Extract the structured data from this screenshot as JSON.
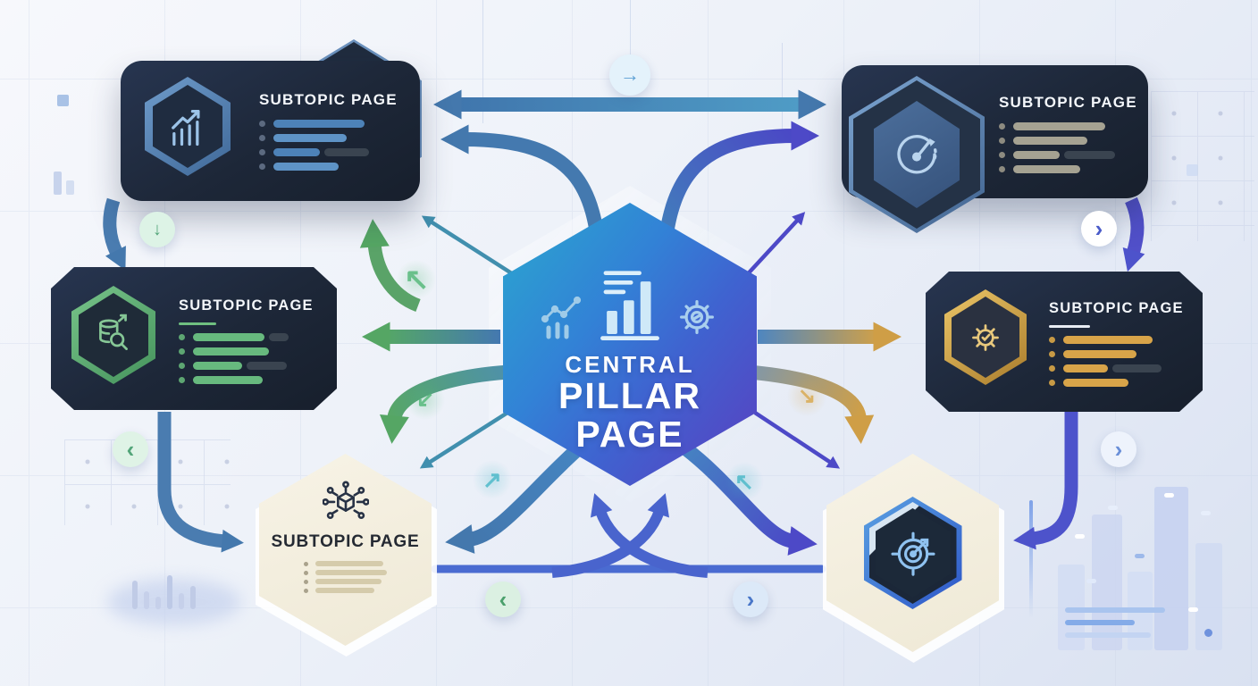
{
  "diagram": {
    "center": {
      "title_lines": [
        "CENTRAL",
        "PILLAR",
        "PAGE"
      ],
      "icons": [
        "line-chart",
        "bar-chart",
        "gear"
      ]
    },
    "cards": {
      "top_left": {
        "title": "SUBTOPIC PAGE",
        "icon": "bar-chart-growth"
      },
      "top_right": {
        "title": "SUBTOPIC PAGE",
        "icon": "gauge"
      },
      "mid_left": {
        "title": "SUBTOPIC PAGE",
        "icon": "database-search"
      },
      "mid_right": {
        "title": "SUBTOPIC PAGE",
        "icon": "gear"
      },
      "bottom_left": {
        "title": "SUBTOPIC PAGE",
        "icon": "network-cube"
      },
      "bottom_right": {
        "title": "",
        "icon": "target"
      }
    },
    "badges": [
      {
        "id": "top-center",
        "glyph": "→"
      },
      {
        "id": "left-upper",
        "glyph": "↓"
      },
      {
        "id": "right-upper",
        "glyph": "›"
      },
      {
        "id": "left-mid",
        "glyph": "‹"
      },
      {
        "id": "right-mid",
        "glyph": "›"
      },
      {
        "id": "bottom-left",
        "glyph": "‹"
      },
      {
        "id": "bottom-right",
        "glyph": "›"
      }
    ],
    "glow_arrows": [
      {
        "id": "upper-left-green",
        "glyph": "↖"
      },
      {
        "id": "lower-left-green",
        "glyph": "↙"
      },
      {
        "id": "lower-right-gold",
        "glyph": "↘"
      },
      {
        "id": "bottom-left-teal",
        "glyph": "↗"
      },
      {
        "id": "bottom-right-teal",
        "glyph": "↖"
      }
    ],
    "connections": [
      {
        "from": "top-left",
        "to": "top-right",
        "style": "thick-line",
        "color": "steel-blue",
        "bidirectional": true
      },
      {
        "from": "center",
        "to": "top-left",
        "style": "thick-curve",
        "color": "steel-blue"
      },
      {
        "from": "center",
        "to": "top-right",
        "style": "thick-curve",
        "color": "indigo"
      },
      {
        "from": "center",
        "to": "mid-left",
        "style": "thick-line",
        "color": "green"
      },
      {
        "from": "center",
        "to": "mid-right",
        "style": "thick-line",
        "color": "gold"
      },
      {
        "from": "center",
        "to": "bottom-left",
        "style": "thick-curve",
        "color": "green"
      },
      {
        "from": "center",
        "to": "bottom-right",
        "style": "thick-curve",
        "color": "gold"
      },
      {
        "from": "center",
        "to": "bottom-left",
        "style": "thick-curve",
        "color": "steel-blue"
      },
      {
        "from": "center",
        "to": "bottom-right",
        "style": "thick-curve",
        "color": "indigo"
      },
      {
        "from": "mid-left",
        "to": "top-left",
        "style": "thick-curve",
        "color": "green"
      },
      {
        "from": "top-left",
        "to": "mid-left",
        "style": "pipe",
        "color": "steel-blue"
      },
      {
        "from": "top-right",
        "to": "mid-right",
        "style": "pipe",
        "color": "indigo"
      },
      {
        "from": "mid-left",
        "to": "bottom-left",
        "style": "pipe",
        "color": "steel-blue"
      },
      {
        "from": "mid-right",
        "to": "bottom-right",
        "style": "pipe",
        "color": "indigo"
      },
      {
        "from": "bottom-left",
        "to": "bottom-right",
        "style": "line",
        "color": "blue"
      },
      {
        "from": "bottom-left",
        "to": "center",
        "style": "cross-curve",
        "color": "blue"
      },
      {
        "from": "bottom-right",
        "to": "center",
        "style": "cross-curve",
        "color": "blue"
      },
      {
        "from": "center",
        "to": "top-left",
        "style": "thin",
        "color": "teal"
      },
      {
        "from": "center",
        "to": "top-right",
        "style": "thin",
        "color": "indigo"
      },
      {
        "from": "center",
        "to": "bottom-left",
        "style": "thin",
        "color": "teal"
      },
      {
        "from": "center",
        "to": "bottom-right",
        "style": "thin",
        "color": "indigo"
      }
    ]
  },
  "colors": {
    "steel_blue": "#4678ab",
    "indigo": "#4d49c7",
    "green": "#55a664",
    "gold": "#cf9e46",
    "teal": "#418fae",
    "card_dark": "#1e2836",
    "cream": "#f2eddc",
    "hex_top": "#2ba7cf",
    "hex_mid": "#3a7bd5",
    "hex_bottom": "#5a3fc0",
    "bullet_blue": "#4d82b8",
    "bullet_tan": "#a5a292",
    "bullet_green": "#67b97e",
    "bullet_gold": "#d8a449",
    "bullet_cream": "#d5cbab",
    "bullet_tail": "#3a4450",
    "title_light": "#f4f7fb",
    "title_dark": "#252a33"
  }
}
